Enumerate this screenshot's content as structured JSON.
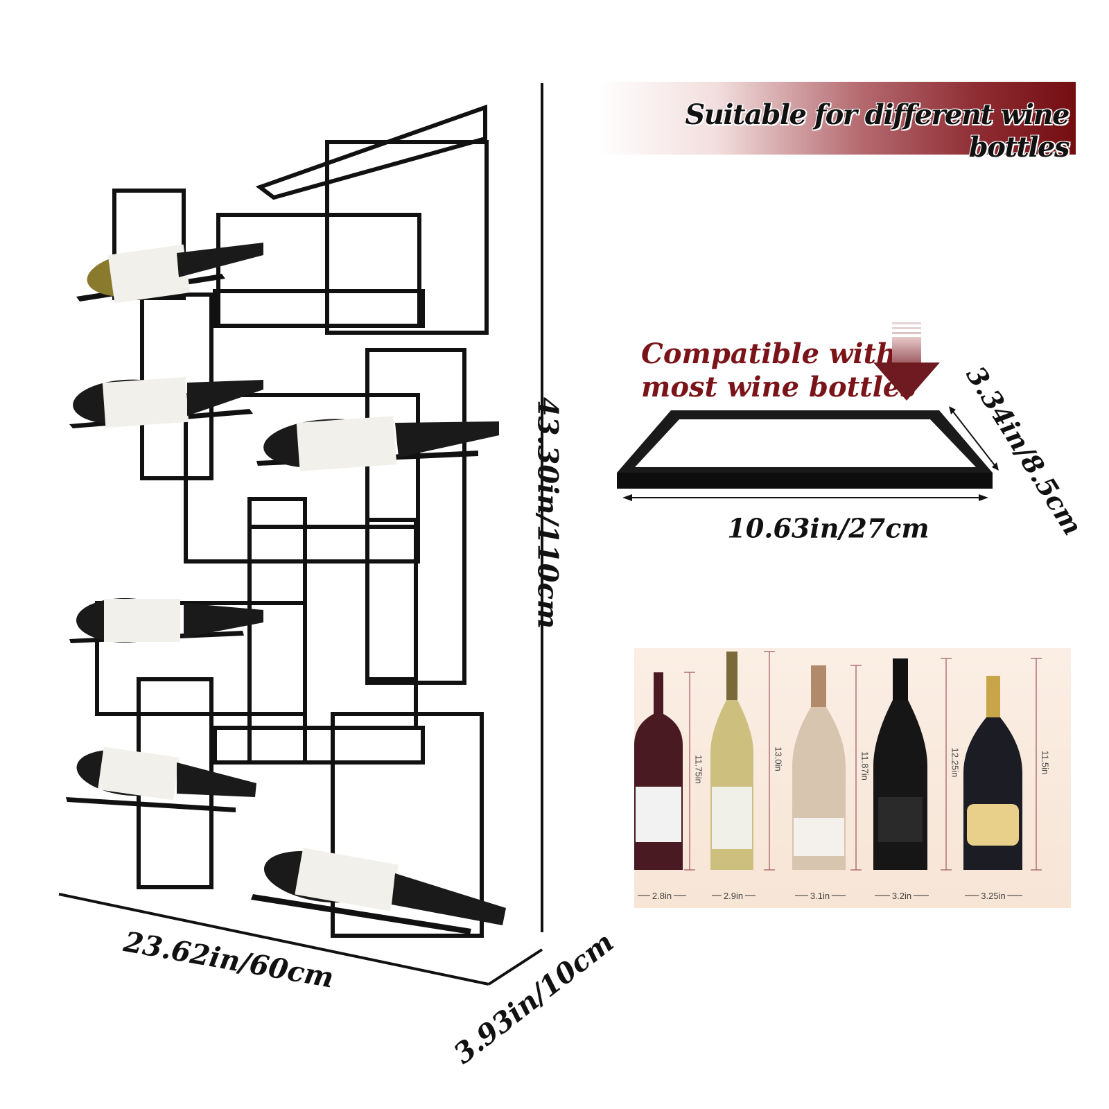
{
  "rack": {
    "height_label": "43.30in/110cm",
    "width_label": "23.62in/60cm",
    "depth_label": "3.93in/10cm"
  },
  "banner": {
    "text": "Suitable for different wine bottles",
    "color_start": "#ffffff",
    "color_end": "#730d12"
  },
  "shelf": {
    "compatible_line1": "Compatible with",
    "compatible_line2": "most wine bottles",
    "length_label": "10.63in/27cm",
    "depth_label": "3.34in/8.5cm",
    "accent_color": "#7a1419"
  },
  "bottles": [
    {
      "height": "11.75in",
      "width": "2.8in"
    },
    {
      "height": "13.0in",
      "width": "2.9in"
    },
    {
      "height": "11.87in",
      "width": "3.1in"
    },
    {
      "height": "12.25in",
      "width": "3.2in"
    },
    {
      "height": "11.5in",
      "width": "3.25in"
    }
  ]
}
